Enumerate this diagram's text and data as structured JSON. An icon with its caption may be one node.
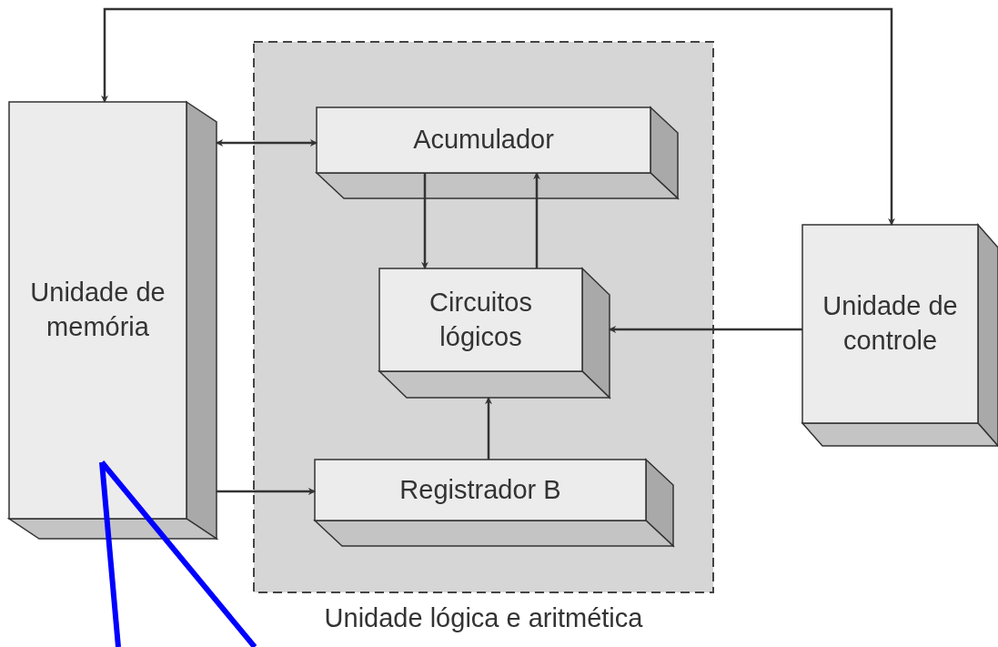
{
  "diagram": {
    "nodes": [
      {
        "text": [
          "Unidade lógica e aritmética"
        ]
      },
      {
        "text": [
          "Unidade de memória"
        ]
      },
      {
        "text": [
          "Acumulador"
        ],
        "in": 0
      },
      {
        "text": [
          "Circuitos lógicos"
        ],
        "in": 0
      },
      {
        "text": [
          "Registrador B"
        ],
        "in": 0
      },
      {
        "text": [
          "Unidade de controle"
        ]
      }
    ],
    "edges": [
      {
        "from": 5,
        "to": 1,
        "arrow": "both"
      },
      {
        "from": 1,
        "to": 2,
        "arrow": "both"
      },
      {
        "from": 2,
        "to": 3,
        "arrow": "to"
      },
      {
        "from": 3,
        "to": 2,
        "arrow": "to"
      },
      {
        "from": 5,
        "to": 3,
        "arrow": "to"
      },
      {
        "from": 4,
        "to": 3,
        "arrow": "to"
      },
      {
        "from": 1,
        "to": 4,
        "arrow": "to"
      },
      {
        "from": null,
        "to": 1,
        "arrow": "none",
        "style": "thick",
        "color": "#0000ff"
      },
      {
        "from": null,
        "to": 1,
        "arrow": "none",
        "style": "thick",
        "color": "#0000ff"
      }
    ]
  }
}
